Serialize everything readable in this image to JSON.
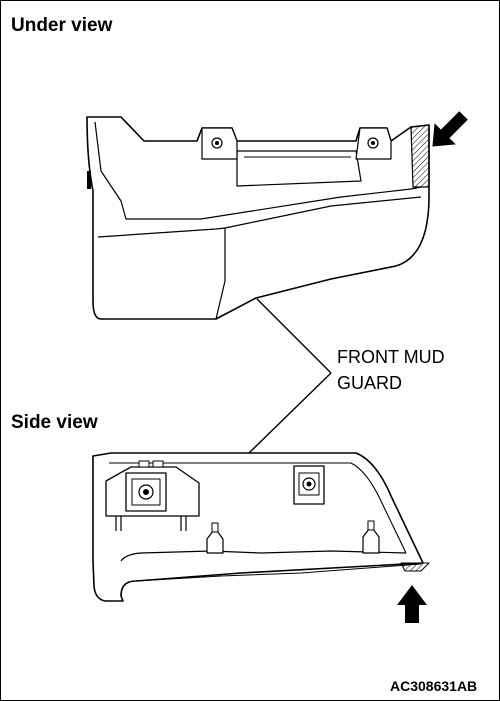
{
  "labels": {
    "under_view": "Under view",
    "side_view": "Side view",
    "part_line1": "FRONT MUD",
    "part_line2": "GUARD",
    "figure_code": "AC308631AB"
  }
}
